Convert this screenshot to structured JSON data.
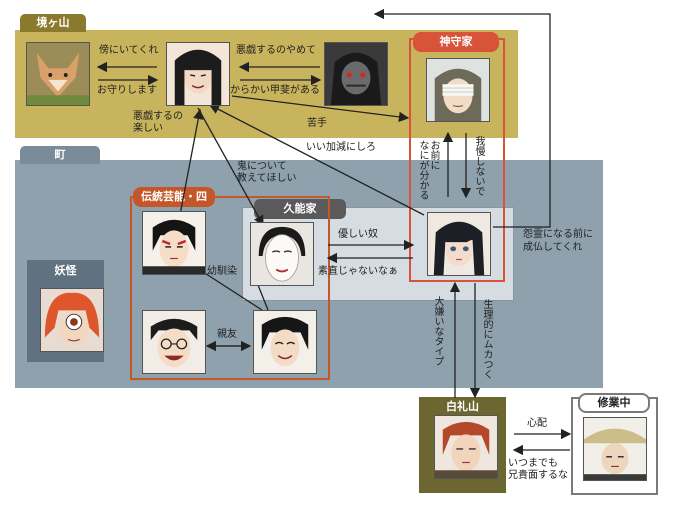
{
  "groups": {
    "sakaigayama": "境ヶ山",
    "machi": "町",
    "kamimori": "神守家",
    "dento": "伝統芸能・四",
    "kuno": "久能家",
    "yokai": "妖怪",
    "hakureizan": "白礼山",
    "shugyochu": "修業中"
  },
  "labels": {
    "soba": "傍にいてくれ",
    "omamori": "お守りします",
    "akugi_yamete": "悪戯するのやめて",
    "karakai": "からかい甲斐がある",
    "akugi_tanoshii": "悪戯するの\n楽しい",
    "nigate": "苦手",
    "iikagen": "いい加減にしろ",
    "oni": "鬼について\n教えてほしい",
    "omaeni": "お前に\nなにが分かる",
    "gaman": "我慢しないで",
    "onryo": "怨霊になる前に\n成仏してくれ",
    "yasashii": "優しい奴",
    "sunao": "素直じゃないなぁ",
    "osananajimi": "幼馴染",
    "shinyu": "親友",
    "daikirai": "大嫌いなタイプ",
    "seiriteki": "生理的にムカつく",
    "shinpai": "心配",
    "itsumademo": "いつまでも\n兄貴面するな"
  },
  "colors": {
    "mountain": "#c8b45c",
    "town": "#8ea1ad",
    "kamimori": "#d9523a",
    "dento": "#c4572a",
    "kuno": "#5a5a5a",
    "yokai": "#607282",
    "hakurei": "#6c6630",
    "shugyo": "#7a7a7a"
  }
}
